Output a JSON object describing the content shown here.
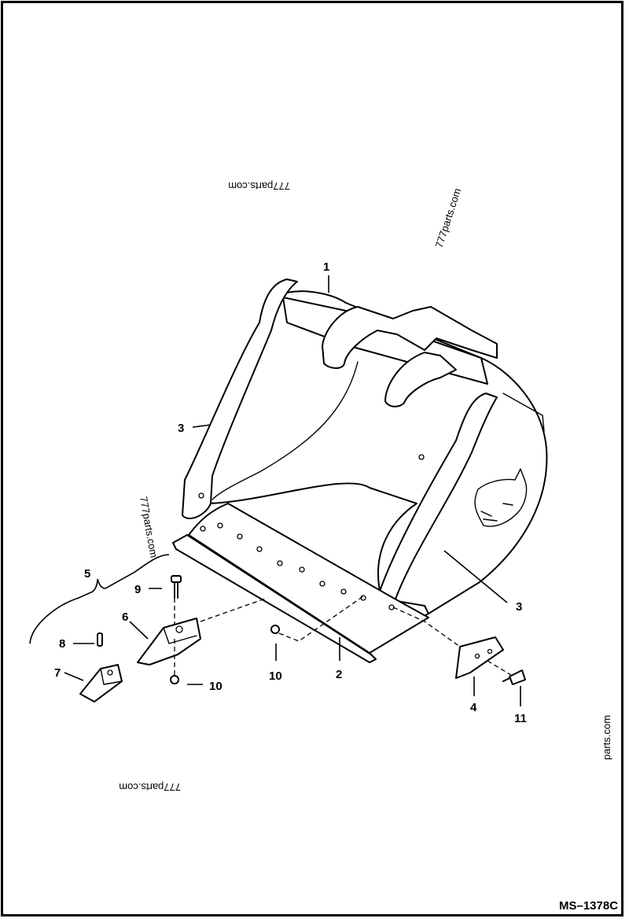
{
  "drawing": {
    "doc_id": "MS–1378C",
    "watermarks": [
      "777parts.com",
      "777parts.com",
      "777parts.com",
      "777parts.com",
      "parts.com"
    ],
    "callouts": [
      "1",
      "2",
      "3",
      "3",
      "4",
      "5",
      "6",
      "7",
      "8",
      "9",
      "10",
      "10",
      "11"
    ]
  }
}
